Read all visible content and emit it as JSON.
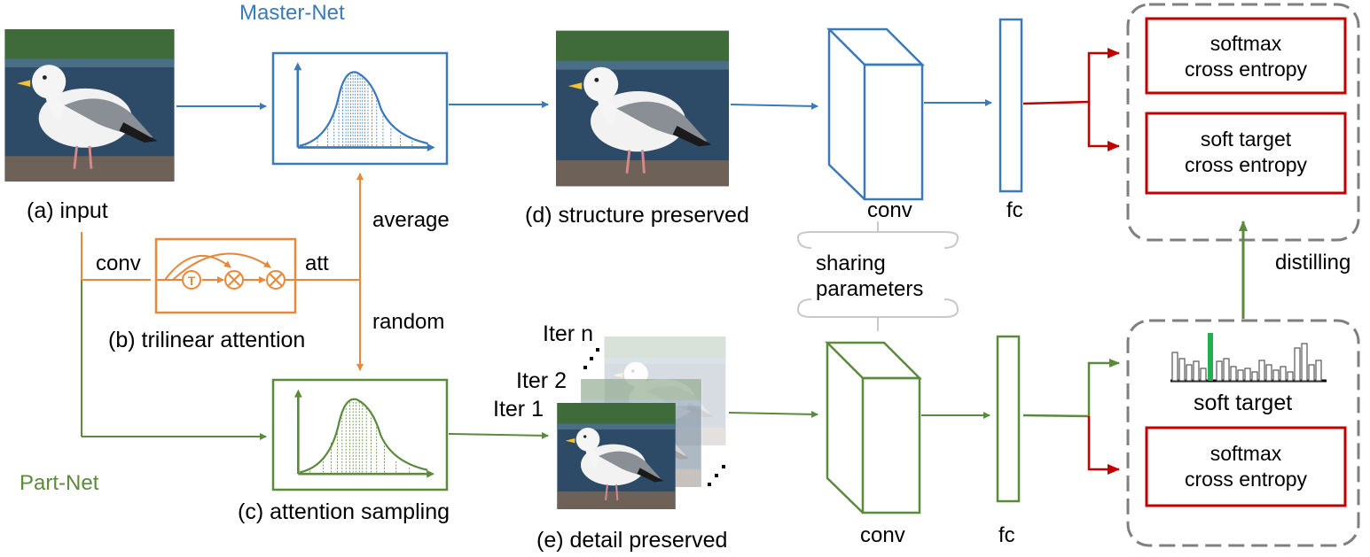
{
  "colors": {
    "blue": "#3a7ab8",
    "orange": "#e8883a",
    "green": "#5b8a3c",
    "red": "#c00000",
    "gray": "#7f7f7f",
    "light_gray": "#c8c8c8",
    "soft_green": "#22b04a"
  },
  "labels": {
    "master_net": "Master-Net",
    "part_net": "Part-Net",
    "input": "(a) input",
    "trilinear": "(b) trilinear attention",
    "attention_sampling": "(c) attention sampling",
    "structure_preserved": "(d) structure preserved",
    "detail_preserved": "(e) detail preserved",
    "conv_left": "conv",
    "att": "att",
    "average": "average",
    "random": "random",
    "conv_top": "conv",
    "conv_bottom": "conv",
    "fc_top": "fc",
    "fc_bottom": "fc",
    "sharing_line1": "sharing",
    "sharing_line2": "parameters",
    "iter_n": "Iter n",
    "iter_2": "Iter 2",
    "iter_1": "Iter 1",
    "distilling": "distilling",
    "soft_target": "soft target"
  },
  "loss_boxes": {
    "top_softmax": [
      "softmax",
      "cross entropy"
    ],
    "top_soft_target": [
      "soft target",
      "cross entropy"
    ],
    "bottom_softmax": [
      "softmax",
      "cross entropy"
    ]
  },
  "icons": {
    "transpose": "T",
    "multiply": "⊗"
  }
}
